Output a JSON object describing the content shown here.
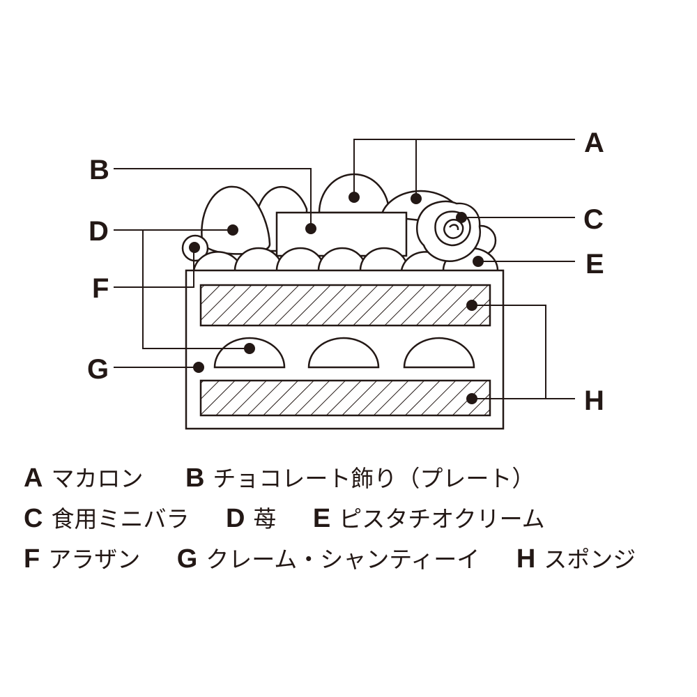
{
  "diagram": {
    "callouts": [
      "A",
      "B",
      "C",
      "D",
      "E",
      "F",
      "G",
      "H"
    ],
    "color": "#231815"
  },
  "legend": [
    [
      {
        "key": "A",
        "text": "マカロン"
      },
      {
        "key": "B",
        "text": "チョコレート飾り（プレート）"
      }
    ],
    [
      {
        "key": "C",
        "text": "食用ミニバラ"
      },
      {
        "key": "D",
        "text": "苺"
      },
      {
        "key": "E",
        "text": "ピスタチオクリーム"
      }
    ],
    [
      {
        "key": "F",
        "text": "アラザン"
      },
      {
        "key": "G",
        "text": "クレーム・シャンティーイ"
      },
      {
        "key": "H",
        "text": "スポンジ"
      }
    ]
  ]
}
